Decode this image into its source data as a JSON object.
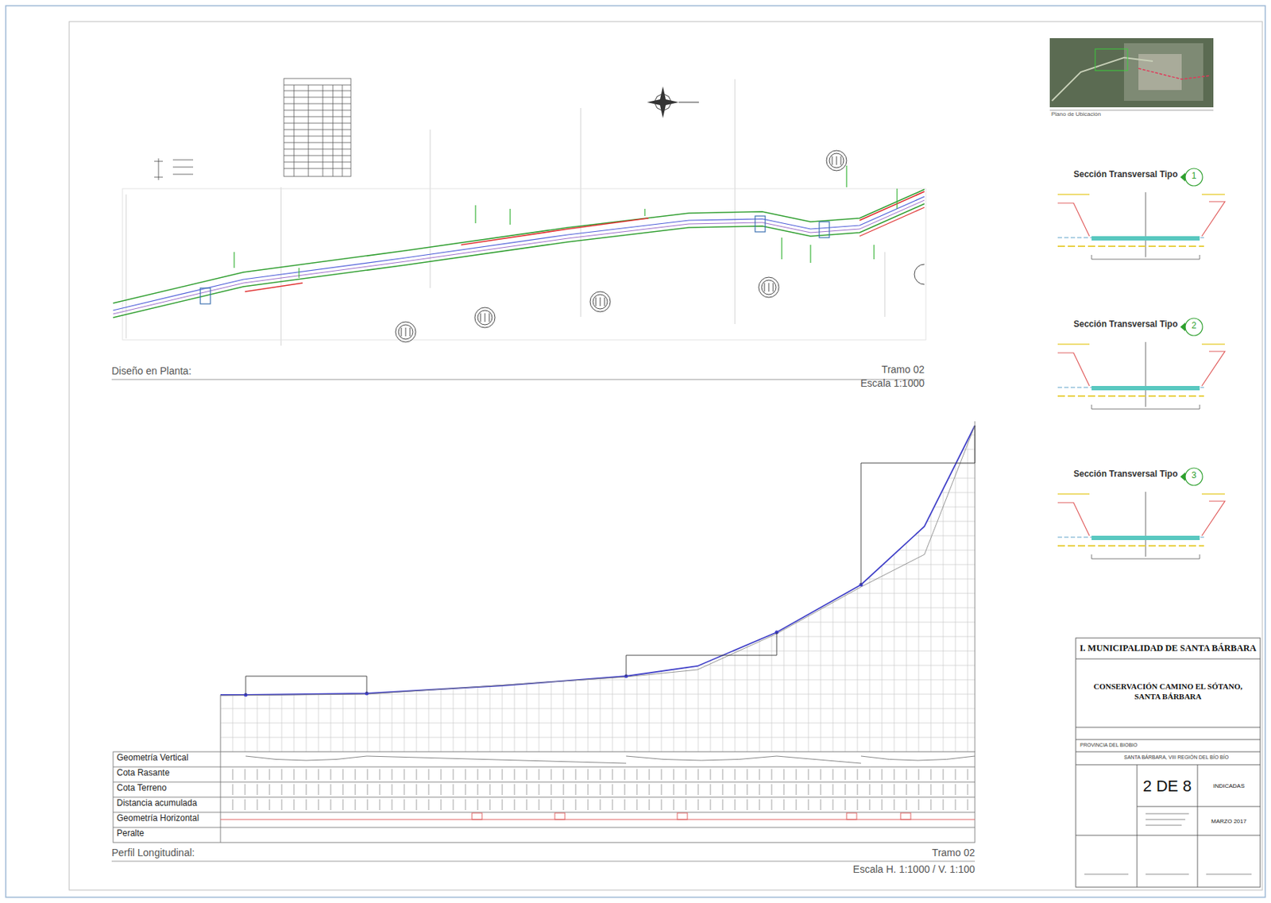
{
  "diagram": {
    "nodes": [
      {
        "text": [
          "I. MUNICIPALIDAD DE SANTA BÁRBARA"
        ]
      },
      {
        "text": [
          "CONSERVACIÓN CAMINO EL SÓTANO, SANTA BÁRBARA"
        ],
        "in": 0
      },
      {
        "text": [
          "2 DE 8"
        ],
        "in": 0
      },
      {
        "text": [
          "INDICADAS"
        ],
        "in": 0
      },
      {
        "text": [
          "MARZO 2017"
        ],
        "in": 0
      }
    ],
    "labels": [
      "Diseño en Planta:",
      "Tramo 02",
      "Escala 1:1000",
      "Perfil Longitudinal:",
      "Tramo 02",
      "Escala H. 1:1000 / V. 1:100",
      "Geometría Vertical",
      "Cota Rasante",
      "Cota Terreno",
      "Distancia acumulada",
      "Geometría Horizontal",
      "Peralte",
      "Sección Transversal Tipo",
      "Sección Transversal Tipo",
      "Sección Transversal Tipo",
      "1",
      "2",
      "3",
      "Plano de Ubicación",
      "PROVINCIA DEL BIOBIO",
      "SANTA BÁRBARA, VIII REGIÓN DEL BÍO BÍO"
    ]
  }
}
